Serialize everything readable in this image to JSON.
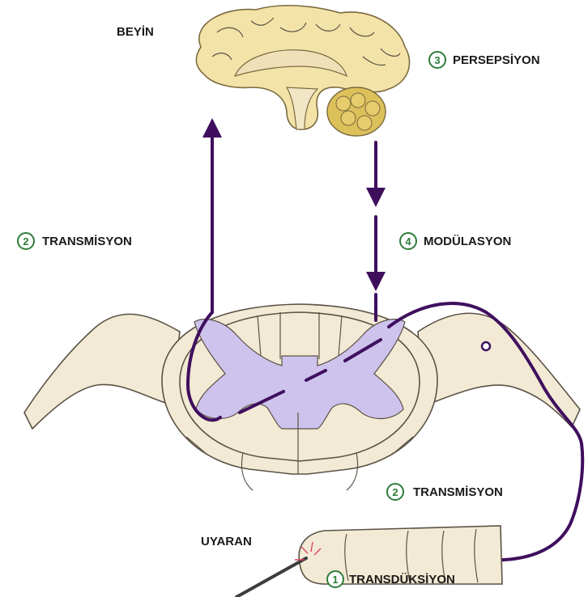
{
  "labels": {
    "brain": "BEYİN",
    "perception": "PERSEPSİYON",
    "transmission_upper": "TRANSMİSYON",
    "modulation": "MODÜLASYON",
    "transmission_lower": "TRANSMİSYON",
    "stimulus": "UYARAN",
    "transduction": "TRANSDÜKSİYON"
  },
  "steps": {
    "perception": "3",
    "transmission_upper": "2",
    "modulation": "4",
    "transmission_lower": "2",
    "transduction": "1"
  },
  "colors": {
    "nerve_pathway": "#3f0f5e",
    "grey_matter": "#cdc3ec",
    "tissue": "#f3ead5",
    "brain": "#f4e3a8",
    "cerebellum": "#dcc05a",
    "step_number": "#2f7d3a"
  }
}
